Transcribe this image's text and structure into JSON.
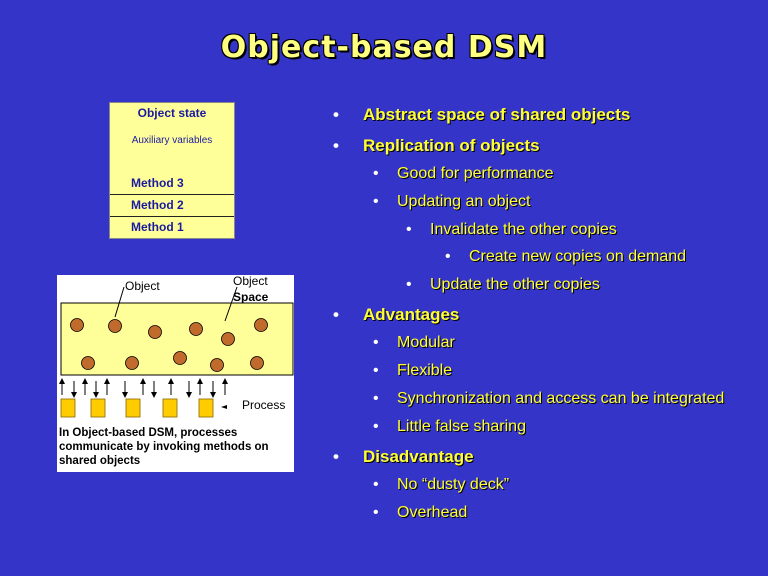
{
  "title": "Object-based DSM",
  "object_box": {
    "state": "Object state",
    "aux": "Auxiliary variables",
    "methods": [
      "Method 3",
      "Method 2",
      "Method 1"
    ]
  },
  "diagram": {
    "label_object": "Object",
    "label_object_space_1": "Object",
    "label_object_space_2": "Space",
    "label_process": "Process",
    "caption": "In Object-based DSM, processes communicate by invoking methods on shared objects",
    "colors": {
      "space": "#ffff99",
      "object": "#c06b2c",
      "process": "#ffcc00"
    }
  },
  "bullets": [
    {
      "level": 1,
      "text": "Abstract space of shared objects"
    },
    {
      "level": 1,
      "text": "Replication of objects"
    },
    {
      "level": 2,
      "text": "Good for performance"
    },
    {
      "level": 2,
      "text": "Updating an object"
    },
    {
      "level": 3,
      "text": "Invalidate the other copies"
    },
    {
      "level": 4,
      "text": "Create new copies on demand"
    },
    {
      "level": 3,
      "text": "Update the other copies"
    },
    {
      "level": 1,
      "text": "Advantages"
    },
    {
      "level": 2,
      "text": "Modular"
    },
    {
      "level": 2,
      "text": "Flexible"
    },
    {
      "level": 2,
      "text": "Synchronization and access can be integrated"
    },
    {
      "level": 2,
      "text": "Little false sharing"
    },
    {
      "level": 1,
      "text": "Disadvantage"
    },
    {
      "level": 2,
      "text": "No “dusty deck”"
    },
    {
      "level": 2,
      "text": "Overhead"
    }
  ],
  "bullet_glyph": "•",
  "colors": {
    "background": "#3434c8",
    "title": "#ffff80",
    "bullet_text": "#ffff33"
  }
}
